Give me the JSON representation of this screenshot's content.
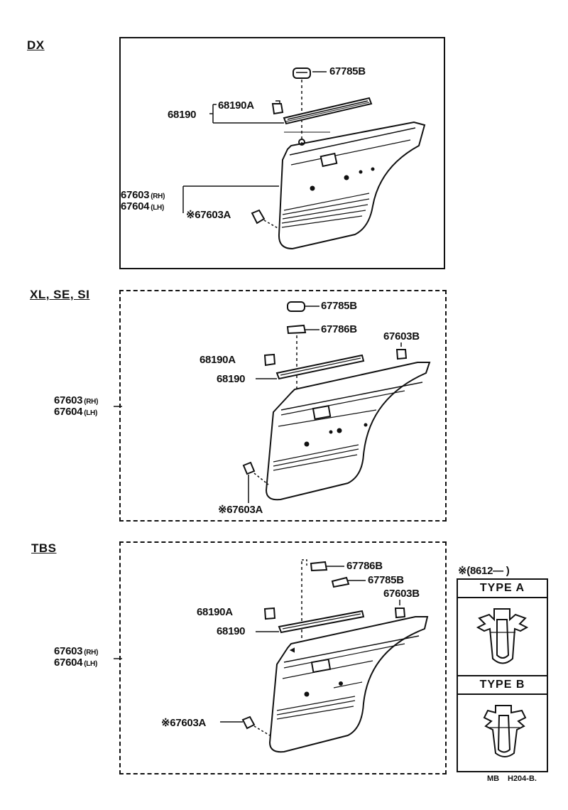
{
  "sections": {
    "dx": {
      "label": "DX",
      "parts": {
        "p67785B": "67785B",
        "p68190A": "68190A",
        "p68190": "68190",
        "p67603": "67603",
        "p67603_side": "(RH)",
        "p67604": "67604",
        "p67604_side": "(LH)",
        "p67603A": "※67603A"
      }
    },
    "xl": {
      "label": "XL, SE, SI",
      "parts": {
        "p67785B": "67785B",
        "p67786B": "67786B",
        "p67603B": "67603B",
        "p68190A": "68190A",
        "p68190": "68190",
        "p67603": "67603",
        "p67603_side": "(RH)",
        "p67604": "67604",
        "p67604_side": "(LH)",
        "p67603A": "※67603A"
      }
    },
    "tbs": {
      "label": "TBS",
      "parts": {
        "p67786B": "67786B",
        "p67785B": "67785B",
        "p67603B": "67603B",
        "p68190A": "68190A",
        "p68190": "68190",
        "p67603": "67603",
        "p67603_side": "(RH)",
        "p67604": "67604",
        "p67604_side": "(LH)",
        "p67603A": "※67603A"
      }
    }
  },
  "legend": {
    "header": "※(8612—          )",
    "type_a": "TYPE  A",
    "type_b": "TYPE  B"
  },
  "footer": {
    "left": "MB",
    "right": "H204-B."
  }
}
